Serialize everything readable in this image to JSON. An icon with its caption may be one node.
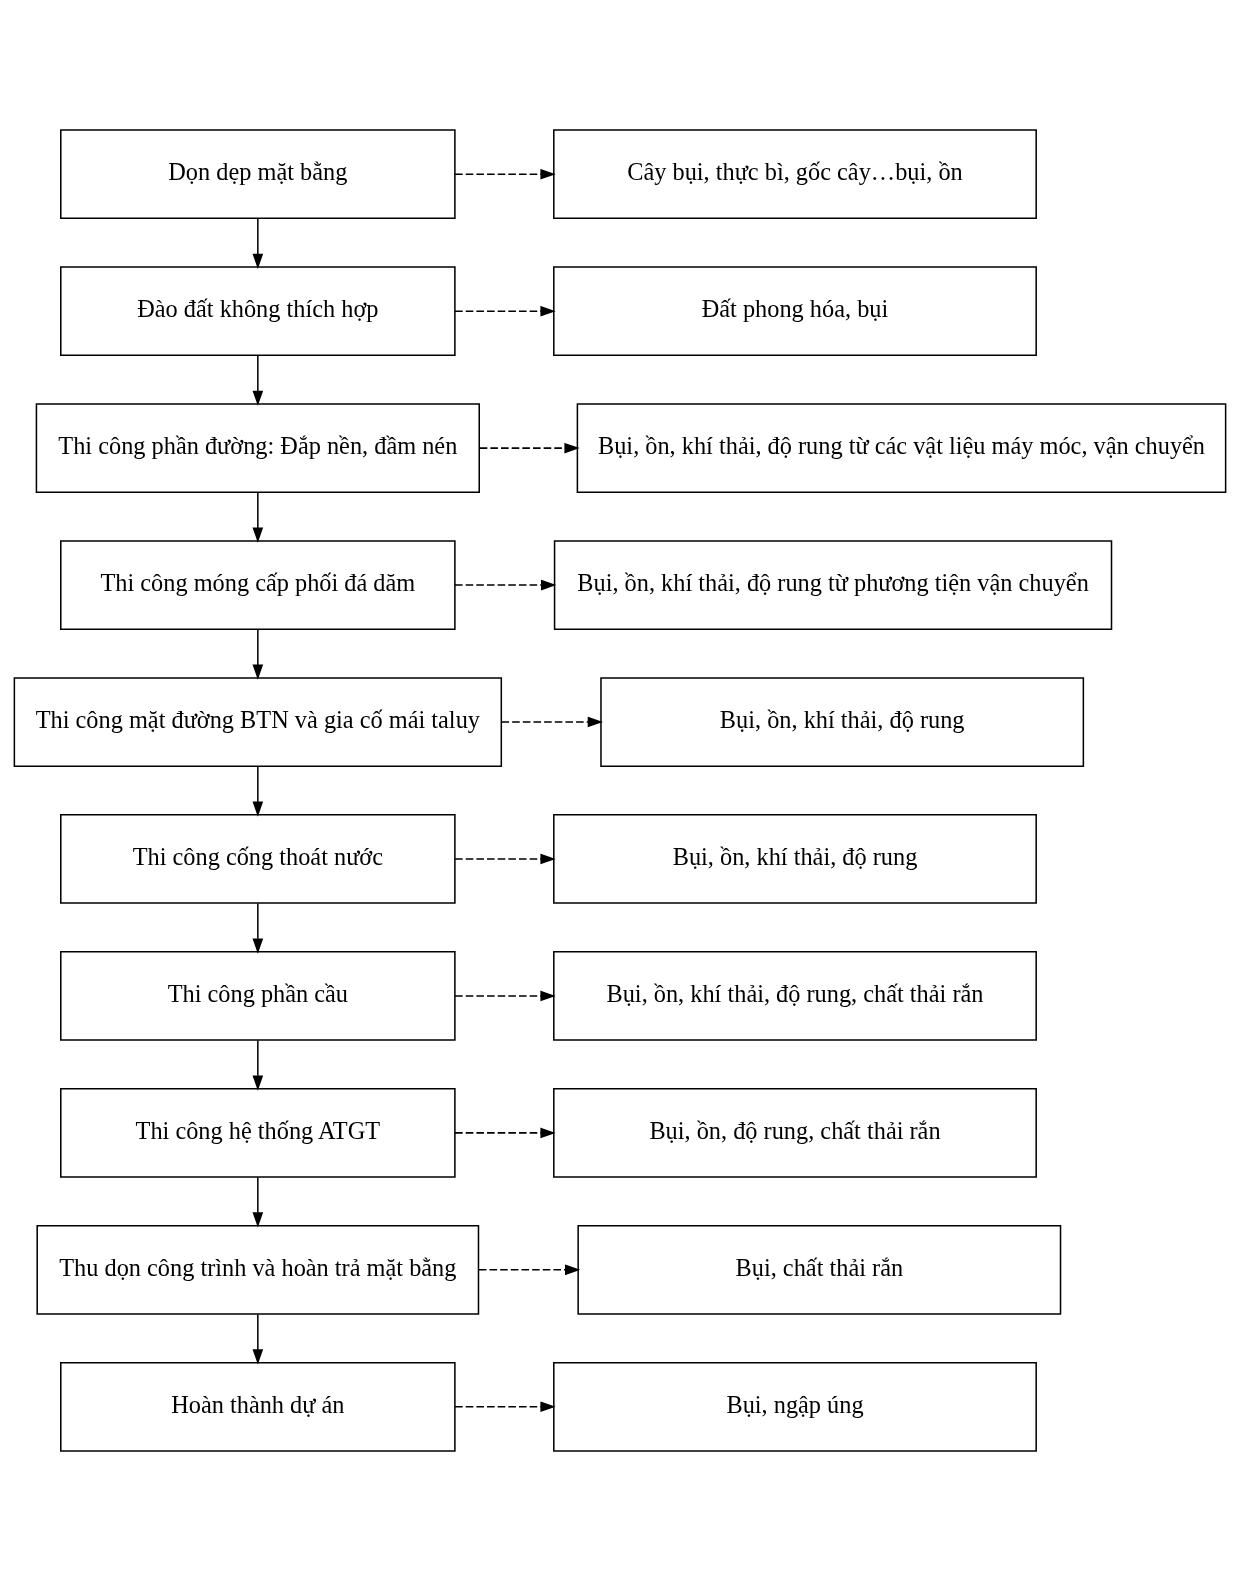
{
  "diagram": {
    "nodes": [
      {
        "text": [
          "Dọn dẹp mặt bằng"
        ]
      },
      {
        "text": [
          "Cây bụi, thực bì, gốc cây…bụi, ồn"
        ]
      },
      {
        "text": [
          "Đào đất không thích hợp"
        ]
      },
      {
        "text": [
          "Đất phong hóa, bụi"
        ]
      },
      {
        "text": [
          "Thi công phần đường: Đắp nền, đầm nén"
        ]
      },
      {
        "text": [
          "Bụi, ồn, khí thải, độ rung từ các vật liệu máy móc, vận chuyển"
        ]
      },
      {
        "text": [
          "Thi công móng cấp phối đá dăm"
        ]
      },
      {
        "text": [
          "Bụi, ồn, khí thải, độ rung từ phương tiện vận chuyển"
        ]
      },
      {
        "text": [
          "Thi công mặt đường BTN và gia cố mái taluy"
        ]
      },
      {
        "text": [
          "Bụi, ồn, khí thải, độ rung"
        ]
      },
      {
        "text": [
          "Thi công cống thoát nước"
        ]
      },
      {
        "text": [
          "Bụi, ồn, khí thải, độ rung"
        ]
      },
      {
        "text": [
          "Thi công phần cầu"
        ]
      },
      {
        "text": [
          "Bụi, ồn, khí thải, độ rung, chất thải rắn"
        ]
      },
      {
        "text": [
          "Thi công hệ thống ATGT"
        ]
      },
      {
        "text": [
          "Bụi, ồn, độ rung, chất thải rắn"
        ]
      },
      {
        "text": [
          "Thu dọn công trình và hoàn trả mặt bằng"
        ]
      },
      {
        "text": [
          "Bụi, chất thải rắn"
        ]
      },
      {
        "text": [
          "Hoàn thành dự án"
        ]
      },
      {
        "text": [
          "Bụi, ngập úng"
        ]
      }
    ],
    "edges": [
      {
        "from": 0,
        "to": 1,
        "arrow": "to",
        "style": "dashed"
      },
      {
        "from": 0,
        "to": 2,
        "arrow": "to"
      },
      {
        "from": 2,
        "to": 3,
        "arrow": "to",
        "style": "dashed"
      },
      {
        "from": 2,
        "to": 4,
        "arrow": "to"
      },
      {
        "from": 4,
        "to": 5,
        "arrow": "to",
        "style": "dashed"
      },
      {
        "from": 4,
        "to": 6,
        "arrow": "to"
      },
      {
        "from": 6,
        "to": 7,
        "arrow": "to",
        "style": "dashed"
      },
      {
        "from": 6,
        "to": 8,
        "arrow": "to"
      },
      {
        "from": 8,
        "to": 9,
        "arrow": "to",
        "style": "dashed"
      },
      {
        "from": 8,
        "to": 10,
        "arrow": "to"
      },
      {
        "from": 10,
        "to": 11,
        "arrow": "to",
        "style": "dashed"
      },
      {
        "from": 10,
        "to": 12,
        "arrow": "to"
      },
      {
        "from": 12,
        "to": 13,
        "arrow": "to",
        "style": "dashed"
      },
      {
        "from": 12,
        "to": 14,
        "arrow": "to"
      },
      {
        "from": 14,
        "to": 15,
        "arrow": "to",
        "style": "dashed"
      },
      {
        "from": 14,
        "to": 16,
        "arrow": "to"
      },
      {
        "from": 16,
        "to": 17,
        "arrow": "to",
        "style": "dashed"
      },
      {
        "from": 16,
        "to": 18,
        "arrow": "to"
      },
      {
        "from": 18,
        "to": 19,
        "arrow": "to",
        "style": "dashed"
      }
    ]
  }
}
